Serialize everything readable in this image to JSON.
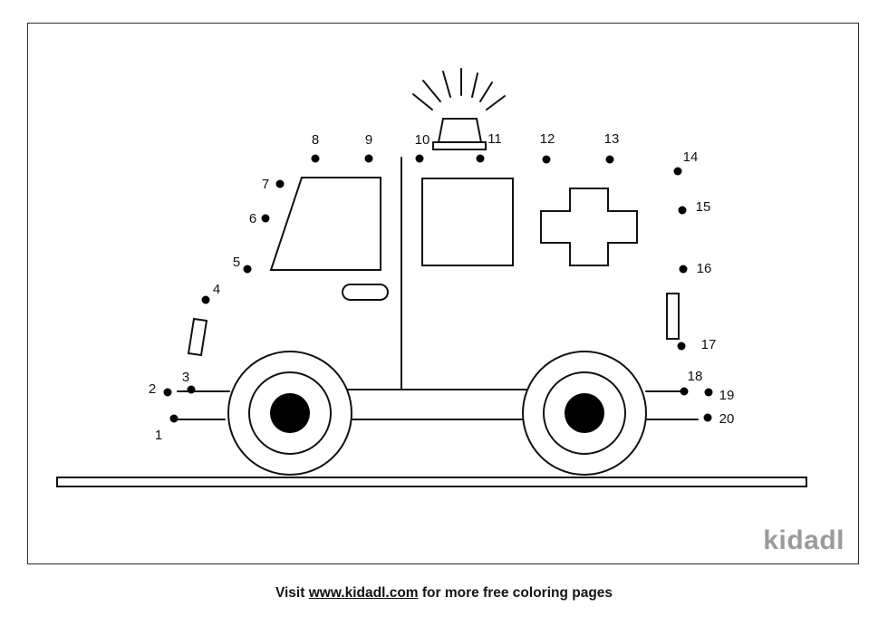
{
  "page": {
    "background": "#ffffff",
    "logo_text": "kidadl",
    "footer": {
      "prefix": "Visit ",
      "link_text": "www.kidadl.com",
      "suffix": " for more free coloring pages"
    }
  },
  "drawing": {
    "subject": "ambulance-dot-to-dot-line-art",
    "stroke_color": "#111111",
    "dot_color": "#000000",
    "dot_radius": 4.5,
    "dots": [
      {
        "n": "1",
        "dot": [
          192,
          462
        ],
        "label": [
          175,
          485
        ]
      },
      {
        "n": "2",
        "dot": [
          185,
          433
        ],
        "label": [
          168,
          434
        ]
      },
      {
        "n": "3",
        "dot": [
          211,
          430
        ],
        "label": [
          205,
          421
        ]
      },
      {
        "n": "4",
        "dot": [
          227,
          331
        ],
        "label": [
          239,
          324
        ]
      },
      {
        "n": "5",
        "dot": [
          273,
          297
        ],
        "label": [
          261,
          294
        ]
      },
      {
        "n": "6",
        "dot": [
          293,
          241
        ],
        "label": [
          279,
          246
        ]
      },
      {
        "n": "7",
        "dot": [
          309,
          203
        ],
        "label": [
          293,
          208
        ]
      },
      {
        "n": "8",
        "dot": [
          348,
          175
        ],
        "label": [
          348,
          159
        ]
      },
      {
        "n": "9",
        "dot": [
          407,
          175
        ],
        "label": [
          407,
          159
        ]
      },
      {
        "n": "10",
        "dot": [
          463,
          175
        ],
        "label": [
          466,
          159
        ]
      },
      {
        "n": "11",
        "dot": [
          530,
          175
        ],
        "label": [
          546,
          158
        ]
      },
      {
        "n": "12",
        "dot": [
          603,
          176
        ],
        "label": [
          604,
          158
        ]
      },
      {
        "n": "13",
        "dot": [
          673,
          176
        ],
        "label": [
          675,
          158
        ]
      },
      {
        "n": "14",
        "dot": [
          748,
          189
        ],
        "label": [
          762,
          178
        ]
      },
      {
        "n": "15",
        "dot": [
          753,
          232
        ],
        "label": [
          776,
          233
        ]
      },
      {
        "n": "16",
        "dot": [
          754,
          297
        ],
        "label": [
          777,
          301
        ]
      },
      {
        "n": "17",
        "dot": [
          752,
          382
        ],
        "label": [
          782,
          385
        ]
      },
      {
        "n": "18",
        "dot": [
          755,
          432
        ],
        "label": [
          767,
          420
        ]
      },
      {
        "n": "19",
        "dot": [
          782,
          433
        ],
        "label": [
          802,
          441
        ]
      },
      {
        "n": "20",
        "dot": [
          781,
          461
        ],
        "label": [
          802,
          467
        ]
      }
    ]
  }
}
